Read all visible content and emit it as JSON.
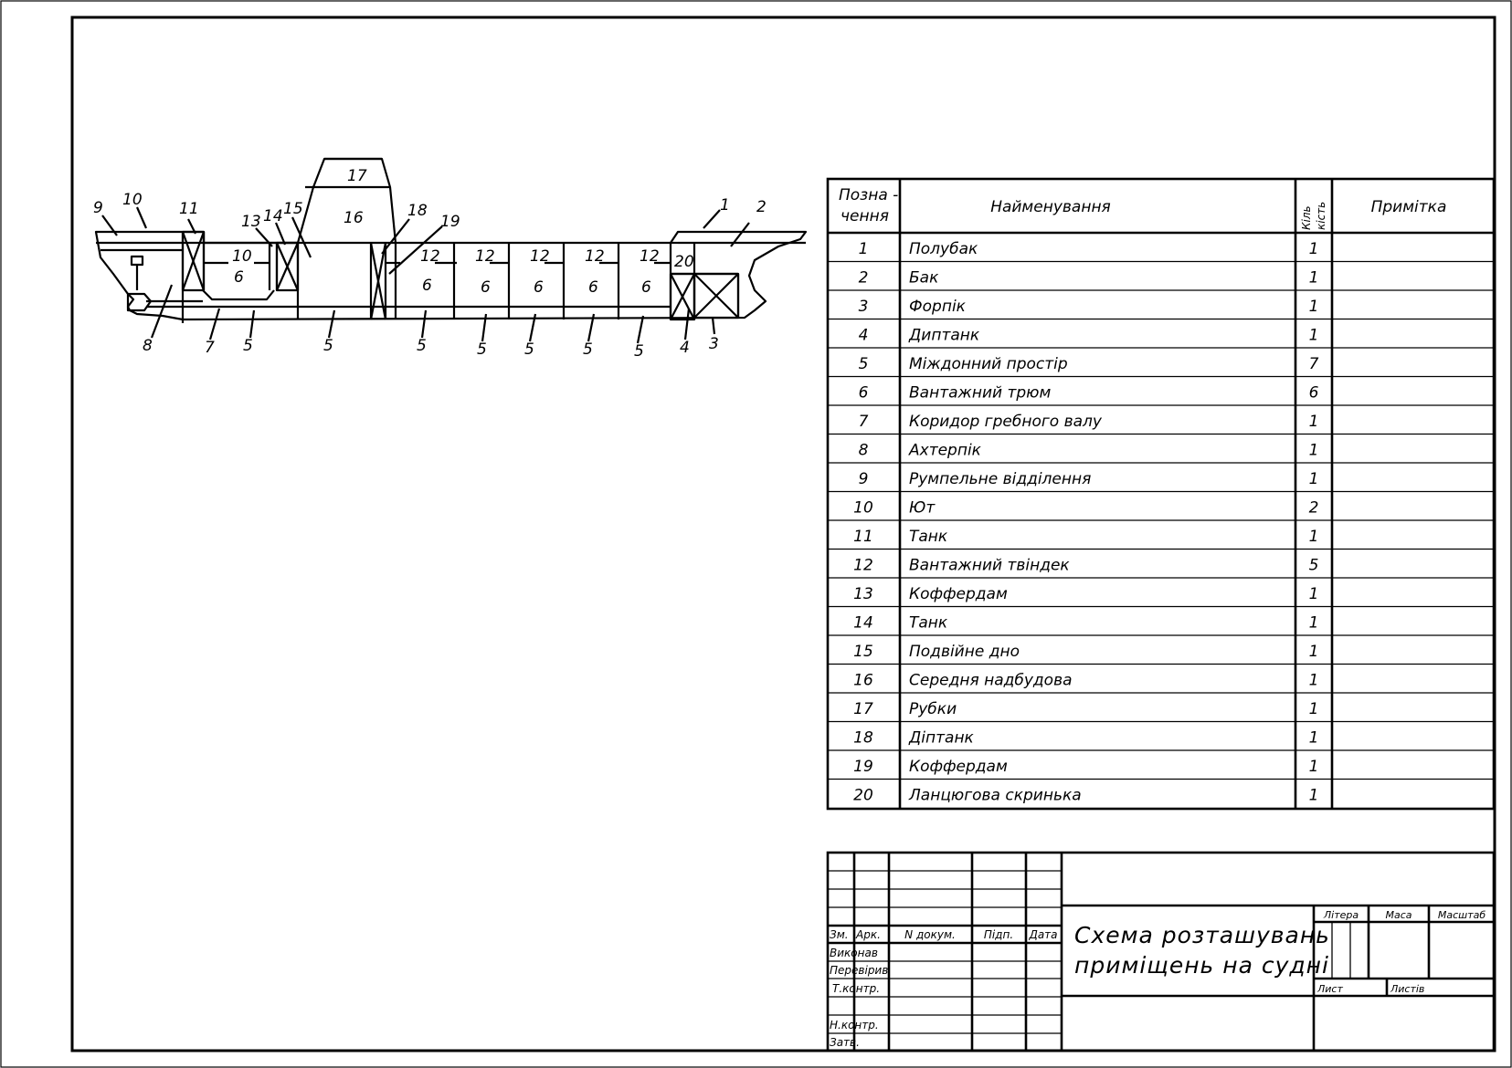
{
  "diagram_labels": {
    "l1": "1",
    "l2": "2",
    "l3": "3",
    "l4": "4",
    "l5": "5",
    "l6": "6",
    "l7": "7",
    "l8": "8",
    "l9": "9",
    "l10": "10",
    "l11": "11",
    "l12": "12",
    "l13": "13",
    "l14": "14",
    "l15": "15",
    "l16": "16",
    "l17": "17",
    "l18": "18",
    "l19": "19",
    "l20": "20"
  },
  "spec_table": {
    "headers": {
      "designation_line1": "Позна -",
      "designation_line2": "чення",
      "name": "Найменування",
      "qty_line1": "Кіль",
      "qty_line2": "кість",
      "note": "Примітка"
    },
    "rows": [
      {
        "pos": "1",
        "name": "Полубак",
        "qty": "1"
      },
      {
        "pos": "2",
        "name": "Бак",
        "qty": "1"
      },
      {
        "pos": "3",
        "name": "Форпік",
        "qty": "1"
      },
      {
        "pos": "4",
        "name": "Диптанк",
        "qty": "1"
      },
      {
        "pos": "5",
        "name": "Міждонний простір",
        "qty": "7"
      },
      {
        "pos": "6",
        "name": "Вантажний трюм",
        "qty": "6"
      },
      {
        "pos": "7",
        "name": "Коридор гребного валу",
        "qty": "1"
      },
      {
        "pos": "8",
        "name": "Ахтерпік",
        "qty": "1"
      },
      {
        "pos": "9",
        "name": "Румпельне відділення",
        "qty": "1"
      },
      {
        "pos": "10",
        "name": "Ют",
        "qty": "2"
      },
      {
        "pos": "11",
        "name": "Танк",
        "qty": "1"
      },
      {
        "pos": "12",
        "name": "Вантажний твіндек",
        "qty": "5"
      },
      {
        "pos": "13",
        "name": "Коффердам",
        "qty": "1"
      },
      {
        "pos": "14",
        "name": "Танк",
        "qty": "1"
      },
      {
        "pos": "15",
        "name": "Подвійне дно",
        "qty": "1"
      },
      {
        "pos": "16",
        "name": "Середня надбудова",
        "qty": "1"
      },
      {
        "pos": "17",
        "name": "Рубки",
        "qty": "1"
      },
      {
        "pos": "18",
        "name": "Діптанк",
        "qty": "1"
      },
      {
        "pos": "19",
        "name": "Коффердам",
        "qty": "1"
      },
      {
        "pos": "20",
        "name": "Ланцюгова скринька",
        "qty": "1"
      }
    ]
  },
  "title_block": {
    "col_zm": "Зм.",
    "col_ark": "Арк.",
    "col_doc": "N докум.",
    "col_sign": "Підп.",
    "col_date": "Дата",
    "row_done": "Виконав",
    "row_checked": "Перевірив",
    "row_tcontr": "Т.контр.",
    "row_ncontr": "Н.контр.",
    "row_approved": "Затв.",
    "title_line1": "Схема розташувань",
    "title_line2": "приміщень на судні",
    "litera": "Літера",
    "mass": "Маса",
    "scale": "Масштаб",
    "sheet": "Лист",
    "sheets": "Листів"
  }
}
